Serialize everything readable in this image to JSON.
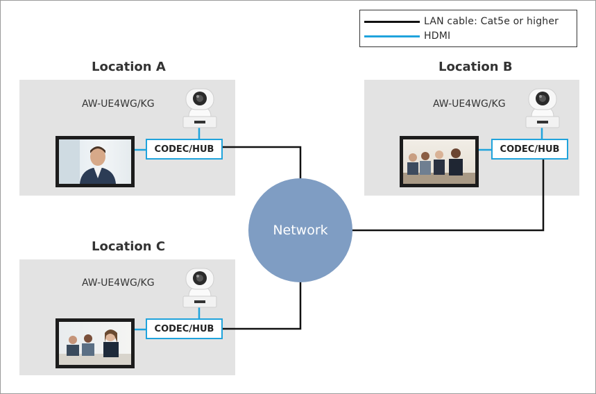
{
  "legend": {
    "lan_label": "LAN cable: Cat5e or higher",
    "hdmi_label": "HDMI"
  },
  "colors": {
    "lan": "#111111",
    "hdmi": "#1fa3dc",
    "network": "#7f9dc3",
    "panel": "#e3e3e3"
  },
  "locations": {
    "a": {
      "title": "Location A",
      "model": "AW-UE4WG/KG",
      "codec": "CODEC/HUB"
    },
    "b": {
      "title": "Location B",
      "model": "AW-UE4WG/KG",
      "codec": "CODEC/HUB"
    },
    "c": {
      "title": "Location C",
      "model": "AW-UE4WG/KG",
      "codec": "CODEC/HUB"
    }
  },
  "network": {
    "label": "Network"
  },
  "icons": [
    "ptz-camera-icon",
    "monitor-icon",
    "network-cloud-icon"
  ]
}
